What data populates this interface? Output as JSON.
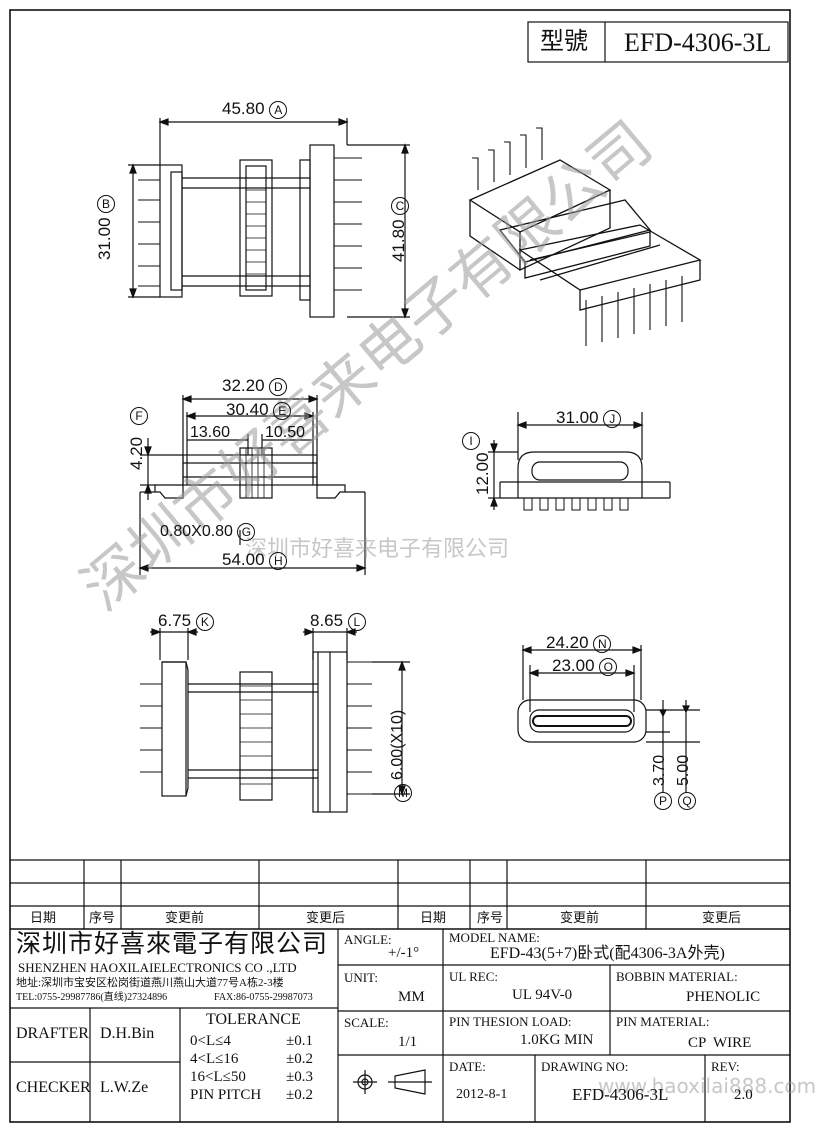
{
  "model_box": {
    "label": "型號",
    "value": "EFD-4306-3L"
  },
  "dims": {
    "a": {
      "value": "45.80",
      "tag": "A"
    },
    "b": {
      "value": "31.00",
      "tag": "B"
    },
    "c": {
      "value": "41.80",
      "tag": "C"
    },
    "d": {
      "value": "32.20",
      "tag": "D"
    },
    "e": {
      "value": "30.40",
      "tag": "E"
    },
    "f": {
      "value": "4.20",
      "tag": "F"
    },
    "g": {
      "value": "0.80X0.80",
      "tag": "G"
    },
    "h": {
      "value": "54.00",
      "tag": "H"
    },
    "i": {
      "value": "12.00",
      "tag": "I"
    },
    "j": {
      "value": "31.00",
      "tag": "J"
    },
    "k": {
      "value": "6.75",
      "tag": "K"
    },
    "l": {
      "value": "8.65",
      "tag": "L"
    },
    "m": {
      "value": "6.00(X10)",
      "tag": "M"
    },
    "n": {
      "value": "24.20",
      "tag": "N"
    },
    "o": {
      "value": "23.00",
      "tag": "O"
    },
    "p": {
      "value": "3.70",
      "tag": "P"
    },
    "q": {
      "value": "5.00",
      "tag": "Q"
    },
    "s1": "13.60",
    "s2": "10.50"
  },
  "watermark": {
    "diagonal": "深圳市好喜来电子有限公司",
    "horizontal": "深圳市好喜来电子有限公司",
    "bottom": "www.haoxilai888.com"
  },
  "revision_table": {
    "headers": [
      "日期",
      "序号",
      "变更前",
      "变更后",
      "日期",
      "序号",
      "变更前",
      "变更后"
    ]
  },
  "company": {
    "name_cn": "深圳市好喜來電子有限公司",
    "name_en": "SHENZHEN HAOXILAIELECTRONICS CO .,LTD",
    "address": "地址:深圳市宝安区松岗街道燕川燕山大道77号A栋2-3楼",
    "tel": "TEL:0755-29987786(直线)27324896",
    "fax": "FAX:86-0755-29987073"
  },
  "drafter": {
    "label": "DRAFTER",
    "name": "D.H.Bin"
  },
  "checker": {
    "label": "CHECKER",
    "name": "L.W.Ze"
  },
  "tolerance": {
    "title": "TOLERANCE",
    "rows": [
      {
        "range": "0<L≤4",
        "value": "±0.1"
      },
      {
        "range": "4<L≤16",
        "value": "±0.2"
      },
      {
        "range": "16<L≤50",
        "value": "±0.3"
      },
      {
        "range": "PIN PITCH",
        "value": "±0.2"
      }
    ]
  },
  "fields": {
    "angle": {
      "label": "ANGLE:",
      "value": "+/-1°"
    },
    "unit": {
      "label": "UNIT:",
      "value": "MM"
    },
    "scale": {
      "label": "SCALE:",
      "value": "1/1"
    },
    "model_name": {
      "label": "MODEL NAME:",
      "value": "EFD-43(5+7)卧式(配4306-3A外壳)"
    },
    "ul_rec": {
      "label": "UL REC:",
      "value": "UL 94V-0"
    },
    "bobbin_material": {
      "label": "BOBBIN MATERIAL:",
      "value": "PHENOLIC"
    },
    "pin_load": {
      "label": "PIN THESION LOAD:",
      "value": "1.0KG MIN"
    },
    "pin_material": {
      "label": "PIN MATERIAL:",
      "value": "CP  WIRE"
    },
    "date": {
      "label": "DATE:",
      "value": "2012-8-1"
    },
    "drawing_no": {
      "label": "DRAWING NO:",
      "value": "EFD-4306-3L"
    },
    "rev": {
      "label": "REV:",
      "value": "2.0"
    }
  }
}
